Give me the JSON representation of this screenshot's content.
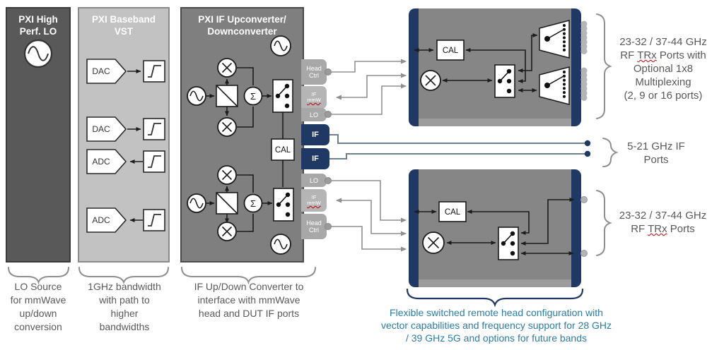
{
  "colors": {
    "navy": "#1f3864",
    "blue_text": "#2b7ca6",
    "red_underline": "#c00000",
    "module_dark": "#595959",
    "module_light": "#c2c2c2",
    "module_mid": "#7f7f7f"
  },
  "modules": {
    "lo": {
      "title_lines": [
        "PXI High",
        "Perf. LO"
      ]
    },
    "vst": {
      "title_lines": [
        "PXI Baseband",
        "VST"
      ],
      "blocks": [
        "DAC",
        "DAC",
        "ADC",
        "ADC"
      ]
    },
    "ifc": {
      "title_lines": [
        "PXI IF Upconverter/",
        "Downconverter"
      ],
      "cal": "CAL",
      "sigma": "Σ"
    }
  },
  "tabs": {
    "head_ctrl_lines": [
      "Head",
      "Ctrl"
    ],
    "if_mmw_lines": [
      "IF",
      "mmW"
    ],
    "lo": "LO",
    "if": "IF"
  },
  "remote_heads": {
    "cal": "CAL"
  },
  "captions": {
    "lo_lines": [
      "LO Source",
      "for mmWave",
      "up/down",
      "conversion"
    ],
    "vst_lines": [
      "1GHz bandwidth",
      "with path to",
      "higher",
      "bandwidths"
    ],
    "ifc_lines": [
      "IF Up/Down Converter to",
      "interface with mmWave",
      "head and DUT IF ports"
    ],
    "remote_lines": [
      "Flexible switched remote head configuration with",
      "vector capabilities and frequency support for 28 GHz",
      "/ 39 GHz 5G and options for future bands"
    ]
  },
  "port_labels": {
    "top": {
      "line1": "23-32 / 37-44 GHz",
      "line2_pre": "RF ",
      "line2_trx": "TRx",
      "line2_post": " Ports with",
      "line3": "Optional 1x8",
      "line4": "Multiplexing",
      "line5": "(2, 9 or 16 ports)"
    },
    "mid_lines": [
      "5-21 GHz IF",
      "Ports"
    ],
    "bottom": {
      "line1": "23-32 / 37-44 GHz",
      "line2_pre": "RF ",
      "line2_trx": "TRx",
      "line2_post": " Ports"
    }
  }
}
